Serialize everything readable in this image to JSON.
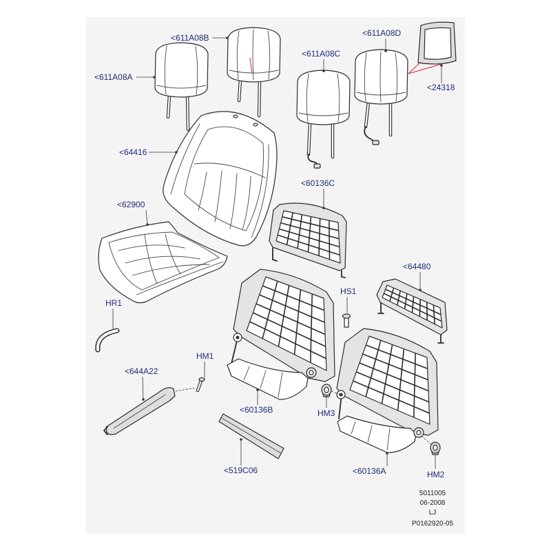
{
  "callouts": {
    "headrest_a": "<611A08A",
    "headrest_b": "<611A08B",
    "headrest_c": "<611A08C",
    "headrest_d": "<611A08D",
    "headrest_frame": "<24318",
    "backrest_cover": "<64416",
    "cushion_cover": "<62900",
    "upper_frame": "<60136C",
    "frame_b": "<60136B",
    "frame_a": "<60136A",
    "lumbar_panel": "<64480",
    "clip": "HR1",
    "screw": "HS1",
    "pin": "HM1",
    "nut_left": "HM3",
    "nut_right": "HM2",
    "side_trim": "<644A22",
    "trim_strip": "<519C06"
  },
  "footer": {
    "line1": "5011005",
    "line2": "06-2008",
    "line3": "LJ",
    "line4": "P0162920-05"
  },
  "colors": {
    "callout_text": "#1f2b7b",
    "accent_line": "#d4262c"
  }
}
